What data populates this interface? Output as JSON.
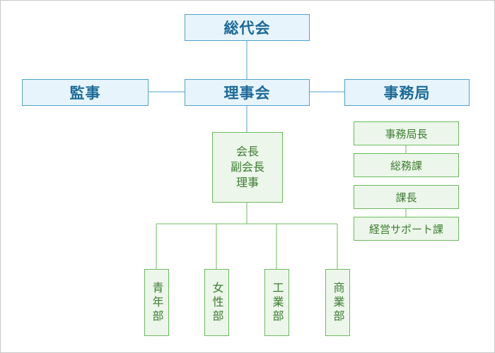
{
  "top": {
    "general_assembly": "総代会"
  },
  "middle": {
    "auditor": "監事",
    "board": "理事会",
    "secretariat": "事務局"
  },
  "executives": {
    "lines": [
      "会長",
      "副会長",
      "理事"
    ]
  },
  "divisions": [
    "青年部",
    "女性部",
    "工業部",
    "商業部"
  ],
  "secretariat_staff": [
    "事務局長",
    "総務課",
    "課長",
    "経営サポート課"
  ],
  "colors": {
    "blue_border": "#4ea3cf",
    "blue_fill": "#e8f4fb",
    "blue_text": "#1b6a98",
    "green_border": "#6cbb5e",
    "green_fill": "#edf6ea",
    "green_text": "#3b7d31"
  }
}
